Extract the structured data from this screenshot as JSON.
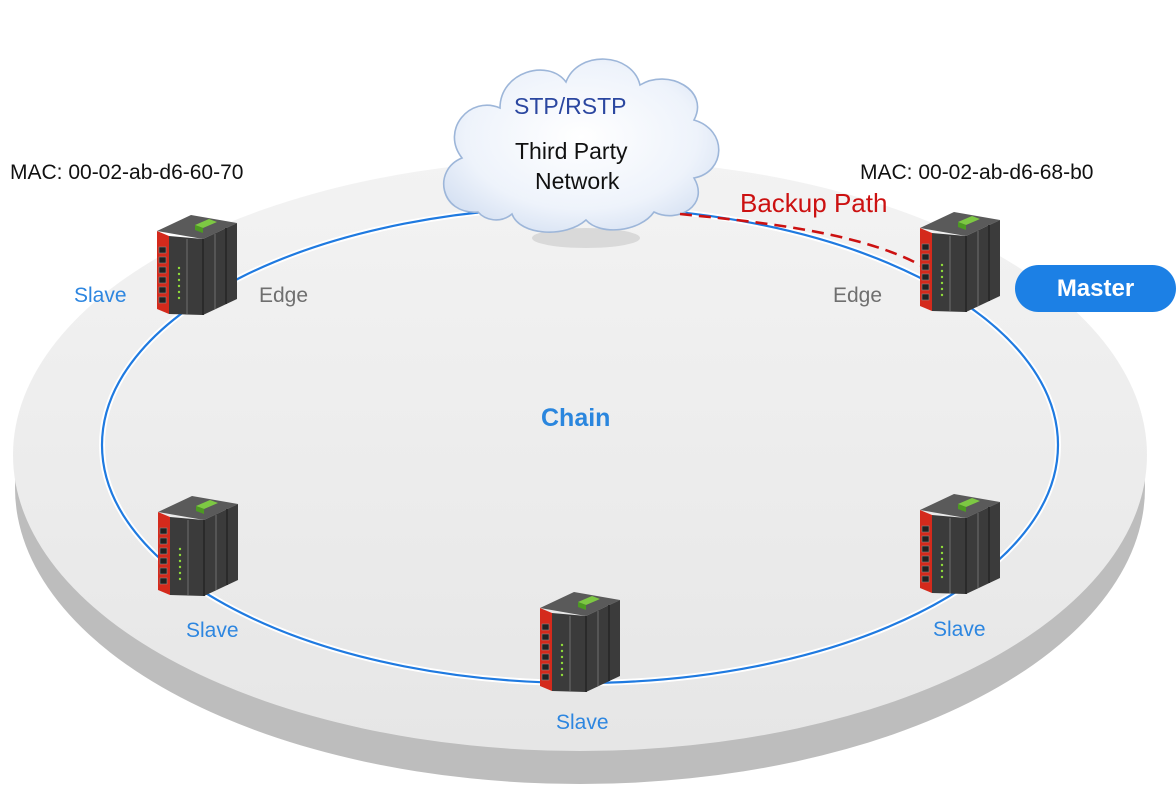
{
  "cloud": {
    "title": "STP/RSTP",
    "line1": "Third Party",
    "line2": "Network"
  },
  "mac_left": "MAC: 00-02-ab-d6-60-70",
  "mac_right": "MAC: 00-02-ab-d6-68-b0",
  "backup_path": "Backup Path",
  "center_label": "Chain",
  "master_badge": "Master",
  "switches": [
    {
      "role": "Slave",
      "edge_label": "Edge"
    },
    {
      "role": "Edge"
    },
    {
      "role": "Slave"
    },
    {
      "role": "Slave"
    },
    {
      "role": "Slave"
    }
  ],
  "colors": {
    "ring": "#1f7ae0",
    "backup": "#cc1111",
    "master": "#1c80e5",
    "platform": "#ececec",
    "platform_edge": "#bcbcbc",
    "switch_body": "#3d3d3d",
    "switch_front": "#d42a1c"
  },
  "icons": [
    "network-switch-icon",
    "cloud-icon"
  ]
}
